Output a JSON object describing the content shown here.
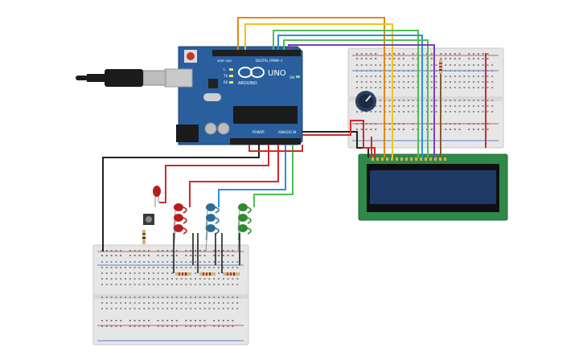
{
  "board": {
    "model": "UNO",
    "brand": "ARDUINO",
    "header_digital": "DIGITAL (PWM~)",
    "header_power": "POWER",
    "header_analog": "ANALOG IN",
    "label_aref": "AREF",
    "label_gnd": "GND",
    "label_l": "L",
    "label_tx": "TX",
    "label_rx": "RX",
    "label_on": "ON"
  },
  "colors": {
    "board": "#2a5f9e",
    "breadboard": "#e8e8e8",
    "wire_orange": "#e08a12",
    "wire_yellow": "#f0c419",
    "wire_green": "#4fbf4f",
    "wire_blue": "#2f8fdc",
    "wire_purple": "#7a3fbf",
    "wire_red": "#d22a2a",
    "wire_black": "#222222",
    "wire_brown": "#8b5a2b",
    "led_red": "#b51e1e",
    "led_blue": "#2a6f8f",
    "led_green": "#2e8b2e",
    "lcd_body": "#2f8a4a",
    "lcd_screen": "#1f3a66"
  },
  "icons": {
    "usb": "usb-cable-icon",
    "reset": "reset-button-icon",
    "pot": "potentiometer-icon",
    "dc": "dc-jack-icon"
  }
}
